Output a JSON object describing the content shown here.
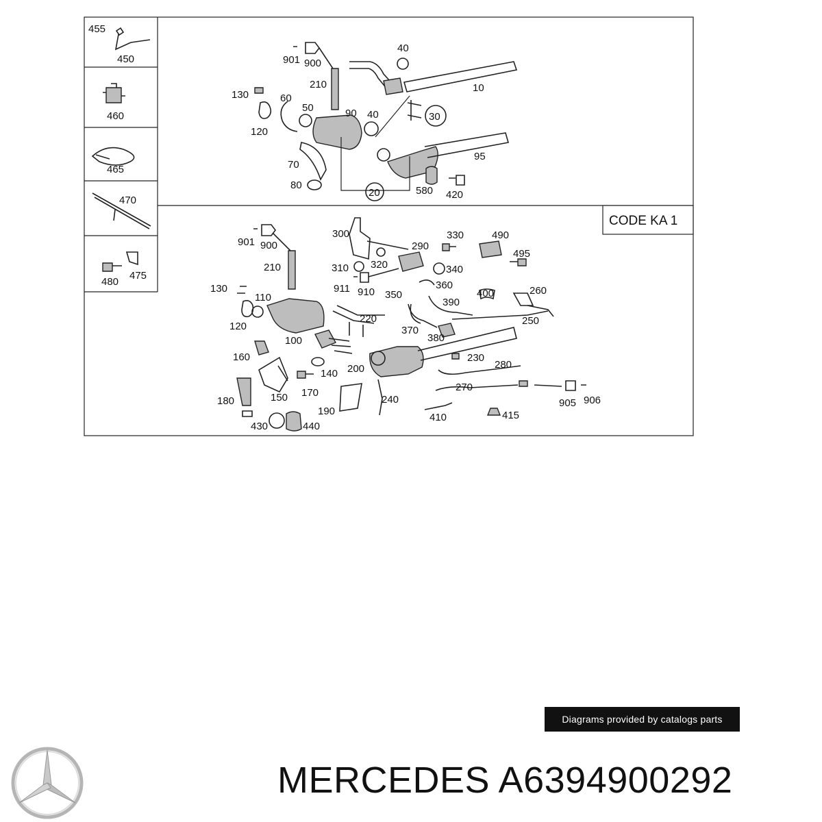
{
  "diagram": {
    "code_label": "CODE KA 1",
    "sidebar_labels": [
      "455",
      "450",
      "460",
      "465",
      "470",
      "480",
      "475"
    ],
    "top_labels": [
      "901",
      "900",
      "40",
      "210",
      "10",
      "130",
      "60",
      "50",
      "90",
      "40",
      "30",
      "120",
      "95",
      "70",
      "80",
      "20",
      "580",
      "420"
    ],
    "bottom_labels": [
      "300",
      "330",
      "490",
      "901",
      "900",
      "290",
      "495",
      "310",
      "320",
      "340",
      "210",
      "911",
      "910",
      "360",
      "130",
      "350",
      "400",
      "260",
      "110",
      "390",
      "220",
      "120",
      "250",
      "370",
      "380",
      "100",
      "230",
      "160",
      "280",
      "140",
      "200",
      "270",
      "180",
      "150",
      "170",
      "240",
      "905",
      "906",
      "190",
      "410",
      "415",
      "430",
      "440"
    ]
  },
  "footer": {
    "credit": "Diagrams provided by catalogs parts",
    "brand": "MERCEDES",
    "part_number": "A6394900292"
  },
  "logo_icon": "mercedes-star-icon"
}
